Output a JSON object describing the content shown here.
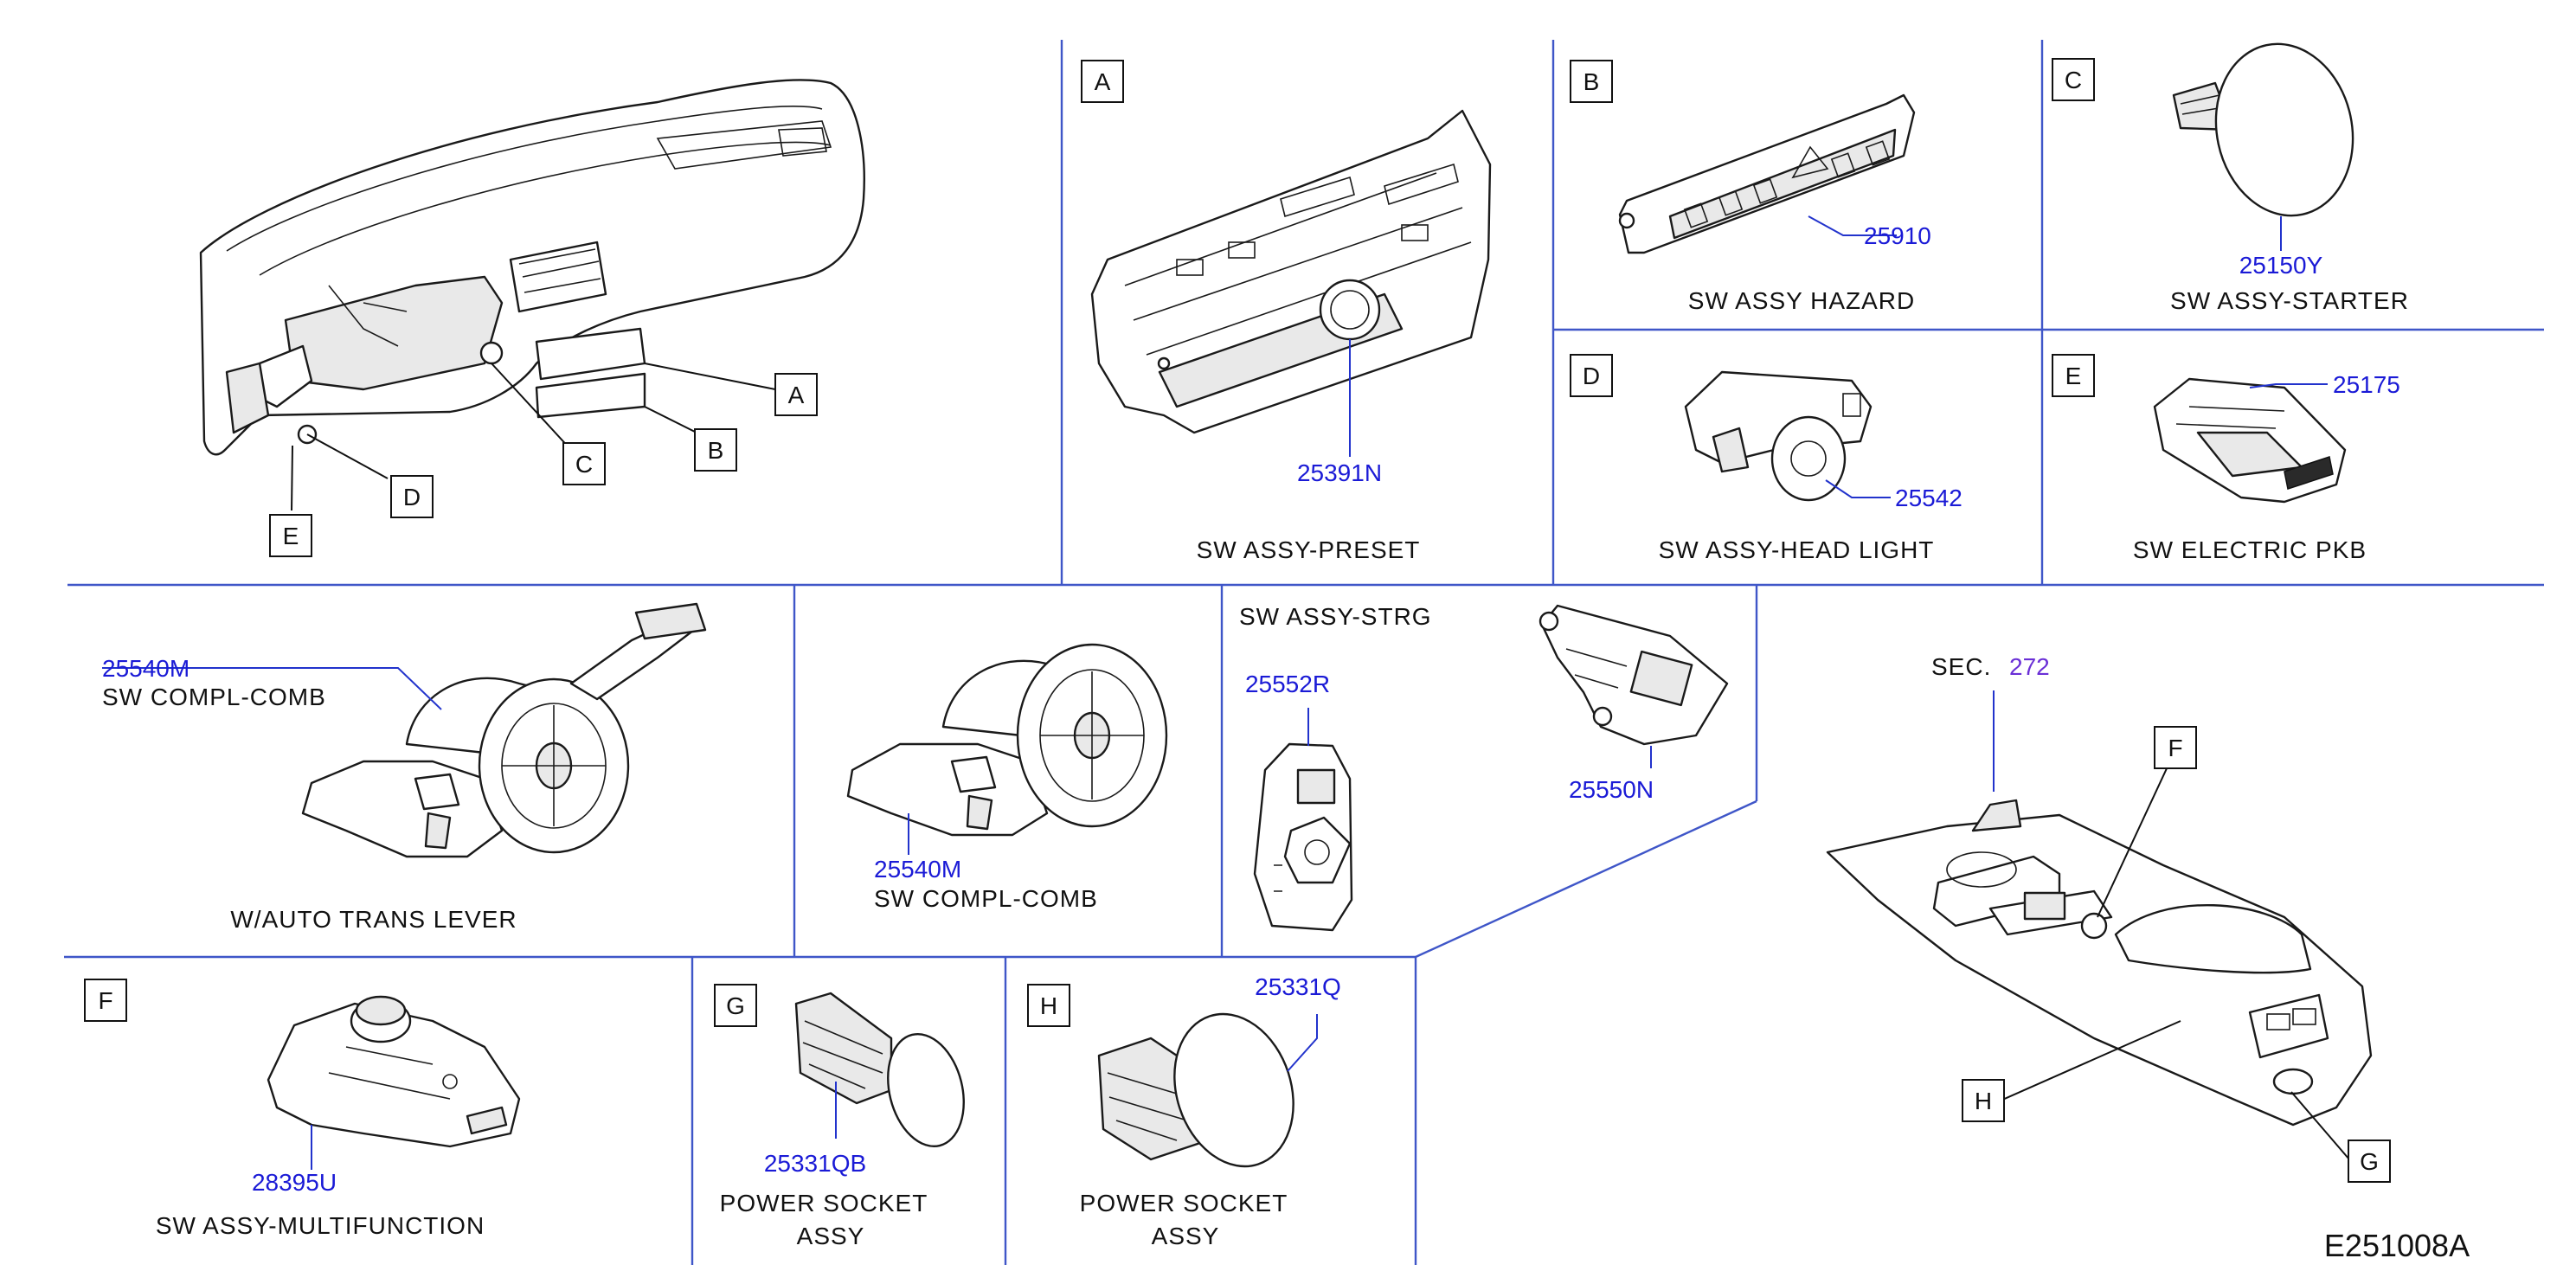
{
  "diagram_code": "E251008A",
  "callouts": {
    "A": "A",
    "B": "B",
    "C": "C",
    "D": "D",
    "E": "E",
    "F": "F",
    "G": "G",
    "H": "H"
  },
  "parts": {
    "preset": {
      "number": "25391N",
      "name": "SW   ASSY-PRESET"
    },
    "hazard": {
      "number": "25910",
      "name": "SW   ASSY   HAZARD"
    },
    "starter": {
      "number": "25150Y",
      "name": "SW   ASSY-STARTER"
    },
    "headlight": {
      "number": "25542",
      "name": "SW   ASSY-HEAD   LIGHT"
    },
    "pkb": {
      "number": "25175",
      "name": "SW   ELECTRIC   PKB"
    },
    "comb_auto": {
      "number": "25540M",
      "name": "SW   COMPL-COMB",
      "variant": "W/AUTO   TRANS   LEVER"
    },
    "comb": {
      "number": "25540M",
      "name": "SW   COMPL-COMB"
    },
    "strg": {
      "title": "SW   ASSY-STRG",
      "number_left": "25552R",
      "number_right": "25550N"
    },
    "multifunction": {
      "number": "28395U",
      "name": "SW   ASSY-MULTIFUNCTION"
    },
    "socket_g": {
      "number": "25331QB",
      "name_line1": "POWER   SOCKET",
      "name_line2": "ASSY"
    },
    "socket_h": {
      "number": "25331Q",
      "name_line1": "POWER   SOCKET",
      "name_line2": "ASSY"
    }
  },
  "section_ref": {
    "label": "SEC.",
    "number": "272"
  },
  "colors": {
    "divider": "#3f56c8",
    "part_number": "#1a1ad6",
    "section_ref": "#6a2fd6"
  }
}
